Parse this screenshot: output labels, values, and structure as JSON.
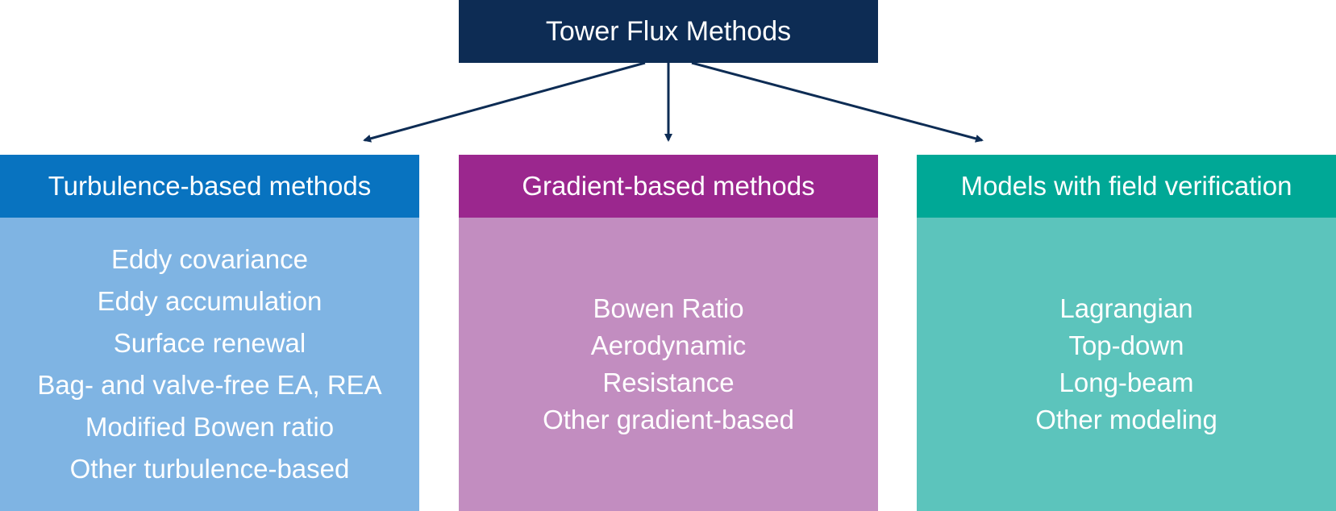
{
  "root": {
    "title": "Tower Flux Methods"
  },
  "columns": [
    {
      "header": "Turbulence-based methods",
      "items": [
        "Eddy covariance",
        "Eddy accumulation",
        "Surface renewal",
        "Bag- and valve-free EA, REA",
        "Modified Bowen ratio",
        "Other turbulence-based"
      ]
    },
    {
      "header": "Gradient-based methods",
      "items": [
        "Bowen Ratio",
        "Aerodynamic",
        "Resistance",
        "Other gradient-based"
      ]
    },
    {
      "header": "Models with field verification",
      "items": [
        "Lagrangian",
        "Top-down",
        "Long-beam",
        "Other modeling"
      ]
    }
  ],
  "colors": {
    "root": "#0d2c54",
    "arrow": "#0d2c54",
    "turbulence_header": "#0873c0",
    "turbulence_body": "#7fb4e3",
    "gradient_header": "#9b278e",
    "gradient_body": "#c28dc0",
    "models_header": "#00a896",
    "models_body": "#5cc4bc"
  }
}
